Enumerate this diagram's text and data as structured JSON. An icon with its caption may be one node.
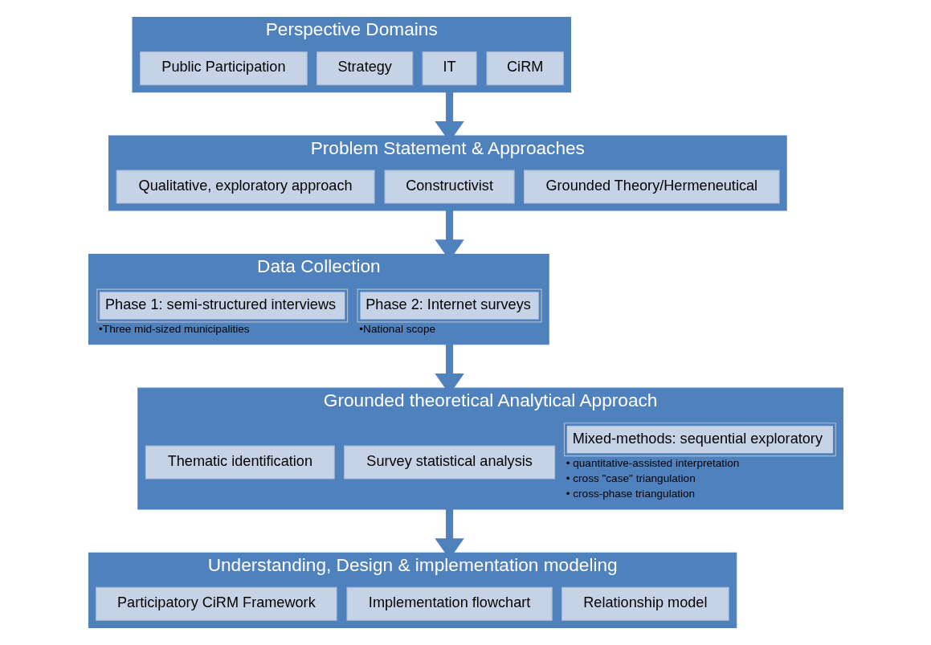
{
  "diagram": {
    "nodes": [
      {
        "text": [
          "Perspective Domains"
        ]
      },
      {
        "text": [
          "Public Participation"
        ],
        "in": 0
      },
      {
        "text": [
          "Strategy"
        ],
        "in": 0
      },
      {
        "text": [
          "IT"
        ],
        "in": 0
      },
      {
        "text": [
          "CiRM"
        ],
        "in": 0
      },
      {
        "text": [
          "Problem Statement & Approaches"
        ]
      },
      {
        "text": [
          "Qualitative, exploratory approach"
        ],
        "in": 5
      },
      {
        "text": [
          "Constructivist"
        ],
        "in": 5
      },
      {
        "text": [
          "Grounded Theory/Hermeneutical"
        ],
        "in": 5
      },
      {
        "text": [
          "Data Collection"
        ]
      },
      {
        "text": [
          "Phase 1: semi-structured interviews"
        ],
        "in": 9,
        "beside": [
          "•Three mid-sized municipalities"
        ]
      },
      {
        "text": [
          "Phase 2: Internet surveys"
        ],
        "in": 9,
        "beside": [
          "•National scope"
        ]
      },
      {
        "text": [
          "Grounded theoretical Analytical Approach"
        ]
      },
      {
        "text": [
          "Thematic identification"
        ],
        "in": 12
      },
      {
        "text": [
          "Survey statistical analysis"
        ],
        "in": 12
      },
      {
        "text": [
          "Mixed-methods: sequential exploratory"
        ],
        "in": 12,
        "beside": [
          "• quantitative-assisted interpretation",
          "• cross \"case\" triangulation",
          "• cross-phase triangulation"
        ]
      },
      {
        "text": [
          "Understanding, Design & implementation modeling"
        ]
      },
      {
        "text": [
          "Participatory CiRM Framework"
        ],
        "in": 16
      },
      {
        "text": [
          "Implementation flowchart"
        ],
        "in": 16
      },
      {
        "text": [
          "Relationship model"
        ],
        "in": 16
      }
    ],
    "edges": [
      {
        "from": 0,
        "to": 5,
        "arrow": "to"
      },
      {
        "from": 5,
        "to": 9,
        "arrow": "to"
      },
      {
        "from": 9,
        "to": 12,
        "arrow": "to"
      },
      {
        "from": 12,
        "to": 16,
        "arrow": "to"
      }
    ]
  }
}
